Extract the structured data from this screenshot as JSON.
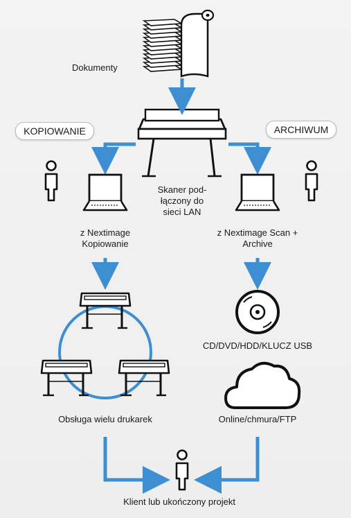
{
  "labels": {
    "documents": "Dokumenty",
    "copy_mode": "KOPIOWANIE",
    "archive_mode": "ARCHIWUM",
    "scanner_line1": "Skaner pod-",
    "scanner_line2": "łączony do",
    "scanner_line3": "sieci LAN",
    "copy_pc_line1": "z Nextimage",
    "copy_pc_line2": "Kopiowanie",
    "archive_pc_line1": "z Nextimage Scan +",
    "archive_pc_line2": "Archive",
    "media": "CD/DVD/HDD/KLUCZ USB",
    "multi_printers": "Obsługa wielu drukarek",
    "cloud": "Online/chmura/FTP",
    "client": "Klient lub ukończony projekt"
  },
  "colors": {
    "arrow": "#3d8fd1",
    "line": "#111111"
  }
}
